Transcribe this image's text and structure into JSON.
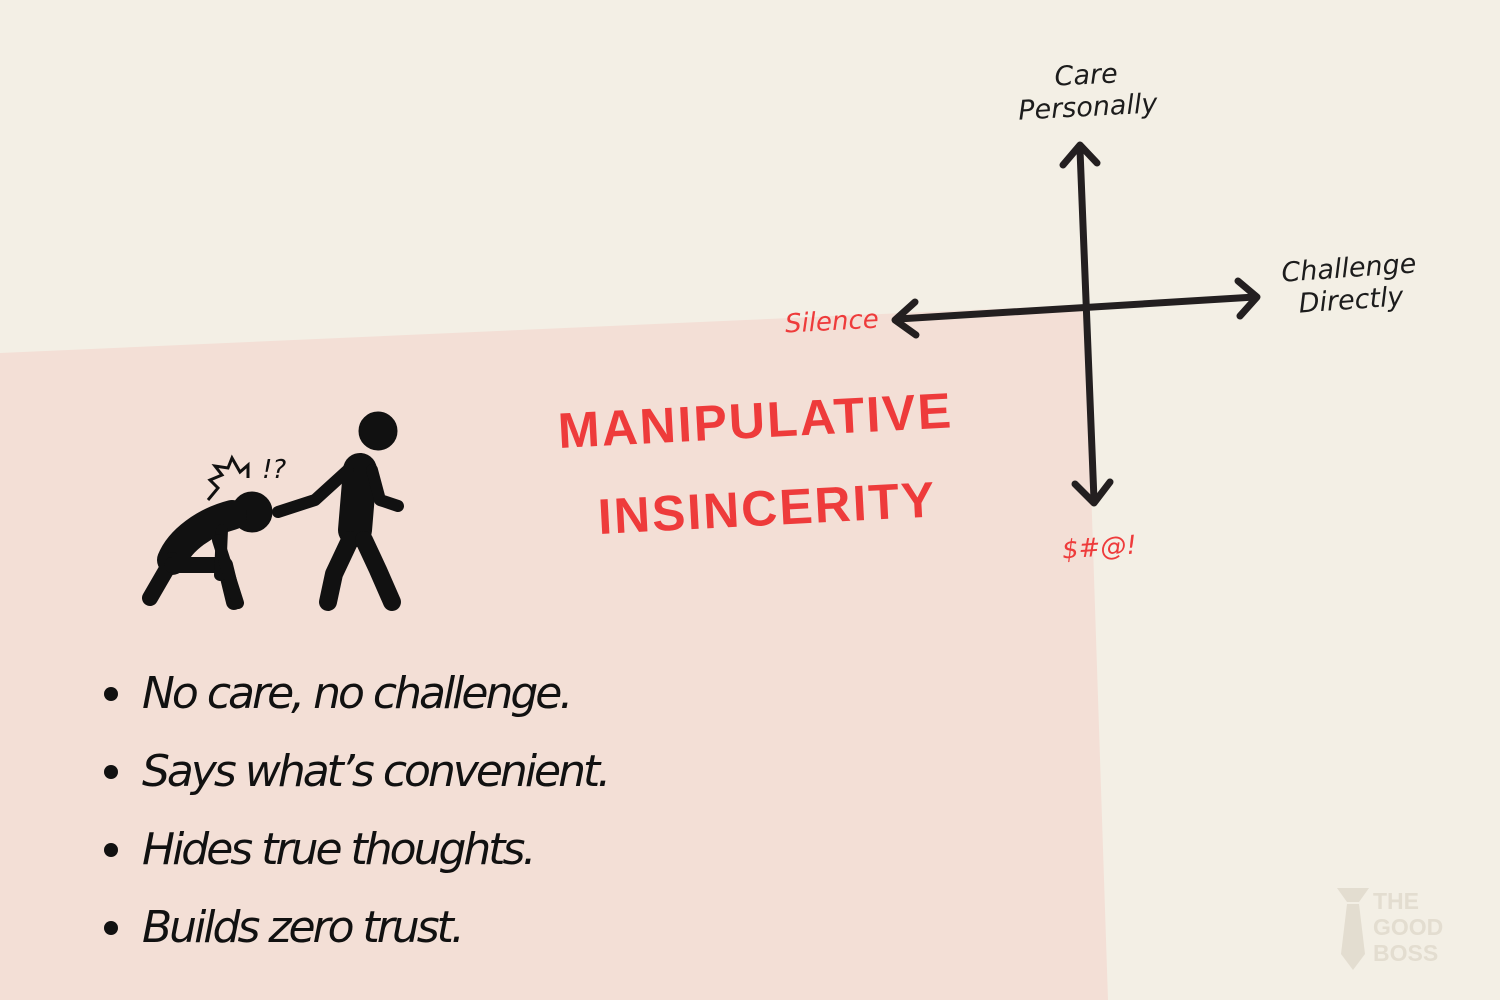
{
  "axes": {
    "top_label": "Care\nPersonally",
    "right_label": "Challenge\nDirectly",
    "left_label": "Silence",
    "bottom_label": "$#@!"
  },
  "quadrant": {
    "title_line1": "MANIPULATIVE",
    "title_line2": "INSINCERITY"
  },
  "illustration": {
    "exclaim": "!?"
  },
  "points": [
    "No care, no challenge.",
    "Says what’s convenient.",
    "Hides true thoughts.",
    "Builds zero trust."
  ],
  "logo": {
    "text": "THE\nGOOD\nBOSS"
  },
  "colors": {
    "background": "#f3efe5",
    "quadrant_fill": "#f3dfd6",
    "accent_red": "#ee3b3b",
    "ink": "#231f20",
    "logo_gray": "#e3ddd0"
  }
}
